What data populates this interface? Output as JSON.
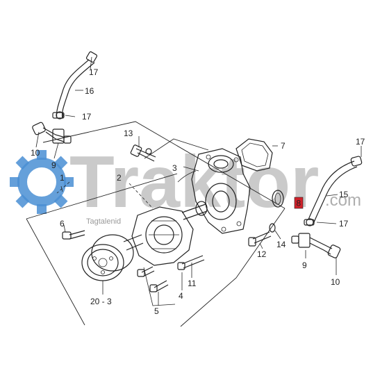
{
  "watermark": {
    "brand": "Traktor",
    "suffix": ".com",
    "tagline": "Tagtalenid",
    "gear_color": "#4a8fd4",
    "text_color": "#b9b9b9"
  },
  "highlight": {
    "label": "8",
    "color": "#d0212a"
  },
  "callouts": {
    "p17a": "17",
    "p16": "16",
    "p17b": "17",
    "p10a": "10",
    "p9a": "9",
    "p13": "13",
    "p3": "3",
    "p7": "7",
    "p1": "1",
    "p2": "2",
    "p6": "6",
    "p17c": "17",
    "p15": "15",
    "p17d": "17",
    "p14": "14",
    "p12": "12",
    "p9b": "9",
    "p10b": "10",
    "p11": "11",
    "p4": "4",
    "p20": "20 - 3",
    "p5": "5"
  }
}
